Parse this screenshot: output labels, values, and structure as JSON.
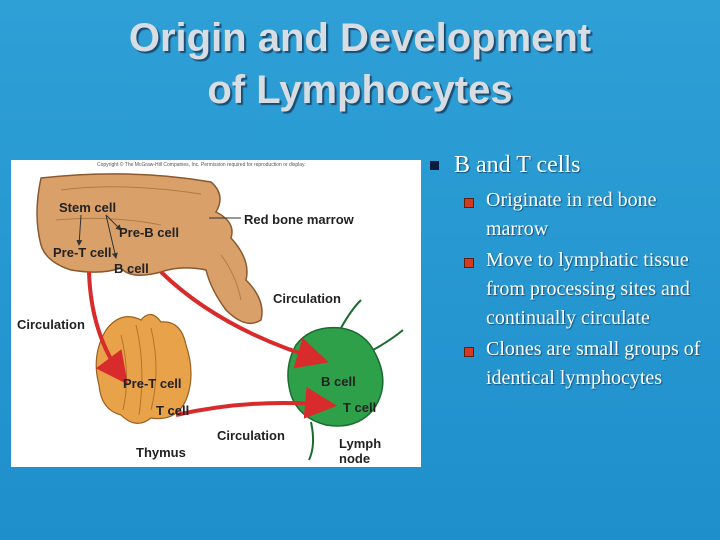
{
  "slide": {
    "title_line1": "Origin and Development",
    "title_line2": "of Lymphocytes"
  },
  "figure": {
    "copyright": "Copyright © The McGraw-Hill Companies, Inc. Permission required for reproduction or display.",
    "labels": {
      "stem_cell": "Stem cell",
      "pre_b_cell": "Pre-B cell",
      "pre_t_cell_marrow": "Pre-T cell",
      "b_cell_marrow": "B cell",
      "red_bone_marrow": "Red bone marrow",
      "circulation_right": "Circulation",
      "circulation_left": "Circulation",
      "pre_t_cell_thymus": "Pre-T cell",
      "t_cell_thymus": "T cell",
      "b_cell_node": "B cell",
      "t_cell_node": "T cell",
      "circulation_bottom": "Circulation",
      "thymus": "Thymus",
      "lymph_node_line1": "Lymph",
      "lymph_node_line2": "node"
    }
  },
  "bullets": {
    "main": "B and T cells",
    "items": [
      "Originate in red bone marrow",
      "Move to lymphatic tissue from processing sites and continually circulate",
      "Clones are small groups of identical lymphocytes"
    ]
  },
  "colors": {
    "background": "#2ea0d6",
    "title": "#d7dde3",
    "sub_bullet": "#d33a1f",
    "bone": "#d9a06a",
    "lymph_node": "#2fa04a",
    "thymus": "#e8a24a",
    "arrow": "#d82b2b"
  }
}
